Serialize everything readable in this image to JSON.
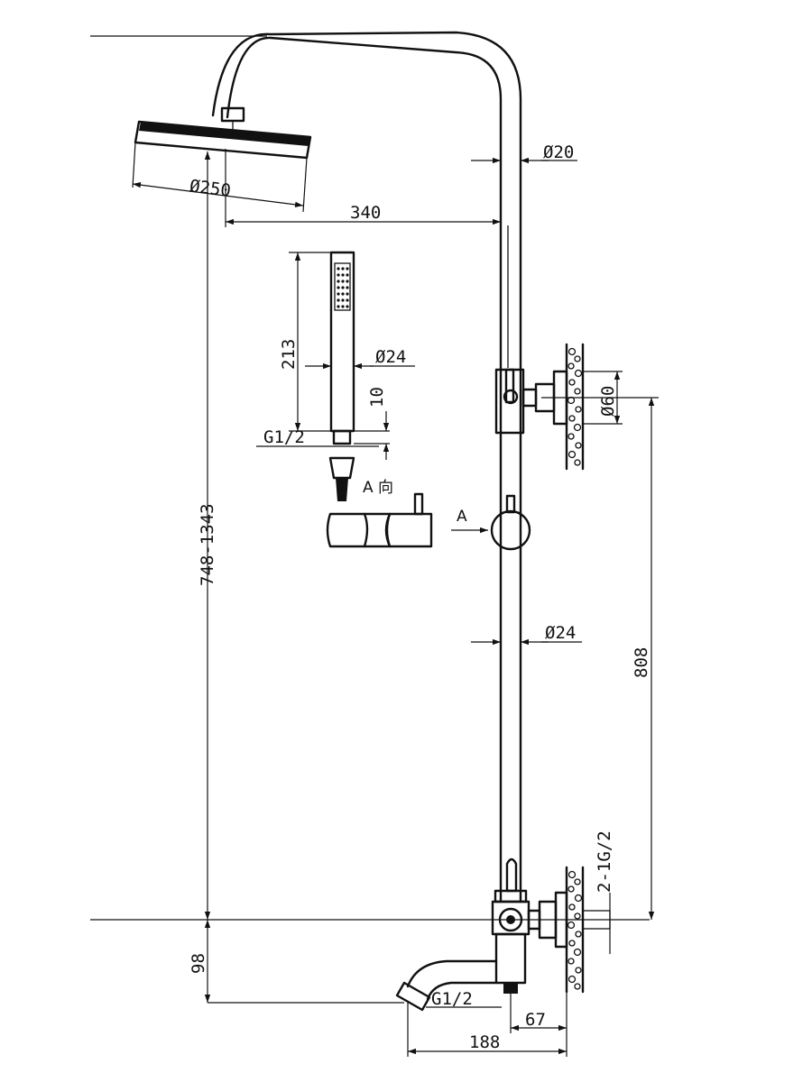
{
  "labels": {
    "head_diameter": "Ø250",
    "arm_reach": "340",
    "pipe_top_diameter": "Ø20",
    "hand_shower_length": "213",
    "hand_shower_diameter": "Ø24",
    "hand_shower_10": "10",
    "hand_thread": "G1/2",
    "view_a_title": "A 向",
    "view_arrow": "A",
    "bracket_diameter": "Ø60",
    "riser_diameter": "Ø24",
    "height_range": "748-1343",
    "valve_to_bracket": "808",
    "inlet_thread": "2-1G/2",
    "spout_height": "98",
    "spout_thread": "G1/2",
    "spout_offset": "67",
    "spout_reach": "188"
  }
}
